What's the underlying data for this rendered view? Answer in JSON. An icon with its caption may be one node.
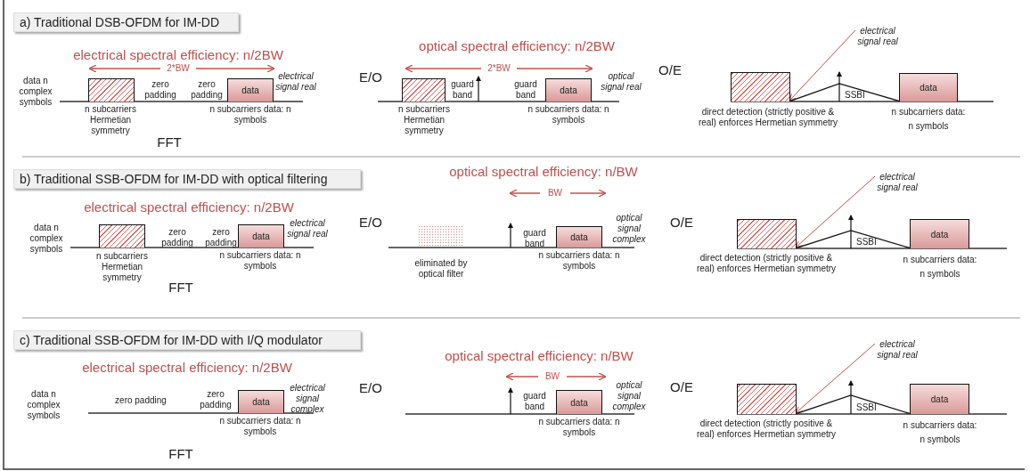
{
  "diagram": {
    "nodes": [
      {
        "text": [
          "a) Traditional DSB-OFDM for IM-DD"
        ]
      },
      {
        "text": [],
        "shape": "box",
        "beside": [
          "n subcarriers Hermetian symmetry"
        ]
      },
      {
        "text": [
          "data"
        ],
        "beside": [
          "n subcarriers data: n symbols"
        ]
      },
      {
        "text": [],
        "shape": "box",
        "beside": [
          "n subcarriers Hermetian symmetry"
        ]
      },
      {
        "text": [
          "data"
        ],
        "beside": [
          "n subcarriers data: n symbols"
        ]
      },
      {
        "text": [
          "electrical signal real"
        ]
      },
      {
        "text": [],
        "shape": "box",
        "beside": [
          "direct detection (strictly positive & real) enforces Hermetian symmetry"
        ]
      },
      {
        "text": [
          "SSBI"
        ]
      },
      {
        "text": [
          "data"
        ],
        "beside": [
          "n subcarriers data: n symbols"
        ]
      },
      {
        "text": [
          "b) Traditional SSB-OFDM for IM-DD with optical filtering"
        ]
      },
      {
        "text": [],
        "shape": "box",
        "beside": [
          "n subcarriers Hermetian symmetry"
        ]
      },
      {
        "text": [
          "data"
        ],
        "beside": [
          "n subcarriers data: n symbols"
        ]
      },
      {
        "text": [],
        "shape": "box",
        "beside": [
          "eliminated by optical filter"
        ]
      },
      {
        "text": [
          "data"
        ],
        "beside": [
          "n subcarriers data: n symbols"
        ]
      },
      {
        "text": [
          "electrical signal real"
        ]
      },
      {
        "text": [],
        "shape": "box",
        "beside": [
          "direct detection (strictly positive & real) enforces Hermetian symmetry"
        ]
      },
      {
        "text": [
          "SSBI"
        ]
      },
      {
        "text": [
          "data"
        ],
        "beside": [
          "n subcarriers data: n symbols"
        ]
      },
      {
        "text": [
          "c) Traditional SSB-OFDM for IM-DD with I/Q modulator"
        ]
      },
      {
        "text": [
          "data"
        ],
        "beside": [
          "n subcarriers data: n symbols"
        ]
      },
      {
        "text": [
          "data"
        ],
        "beside": [
          "n subcarriers data: n symbols"
        ]
      },
      {
        "text": [
          "electrical signal real"
        ]
      },
      {
        "text": [],
        "shape": "box",
        "beside": [
          "direct detection (strictly positive & real) enforces Hermetian symmetry"
        ]
      },
      {
        "text": [
          "SSBI"
        ]
      },
      {
        "text": [
          "data"
        ],
        "beside": [
          "n subcarriers data: n symbols"
        ]
      }
    ],
    "edges": [
      {
        "from": 5,
        "to": 6,
        "arrow": "to"
      },
      {
        "from": 14,
        "to": 15,
        "arrow": "to"
      },
      {
        "from": 21,
        "to": 22,
        "arrow": "to"
      }
    ],
    "labels": [
      "electrical spectral efficiency: n/2BW",
      "2*BW",
      "data n complex symbols",
      "zero padding",
      "zero padding",
      "electrical signal real",
      "FFT",
      "optical spectral efficiency: n/2BW",
      "E/O",
      "2*BW",
      "guard band",
      "guard band",
      "optical signal real",
      "O/E",
      "electrical spectral efficiency: n/2BW",
      "data n complex symbols",
      "zero padding",
      "zero padding",
      "electrical signal real",
      "FFT",
      "optical spectral efficiency: n/BW",
      "BW",
      "E/O",
      "guard band",
      "optical signal complex",
      "O/E",
      "electrical spectral efficiency: n/2BW",
      "data n complex symbols",
      "zero padding",
      "zero padding",
      "electrical signal complex",
      "FFT",
      "optical spectral efficiency: n/BW",
      "BW",
      "E/O",
      "guard band",
      "optical signal complex",
      "O/E"
    ]
  }
}
